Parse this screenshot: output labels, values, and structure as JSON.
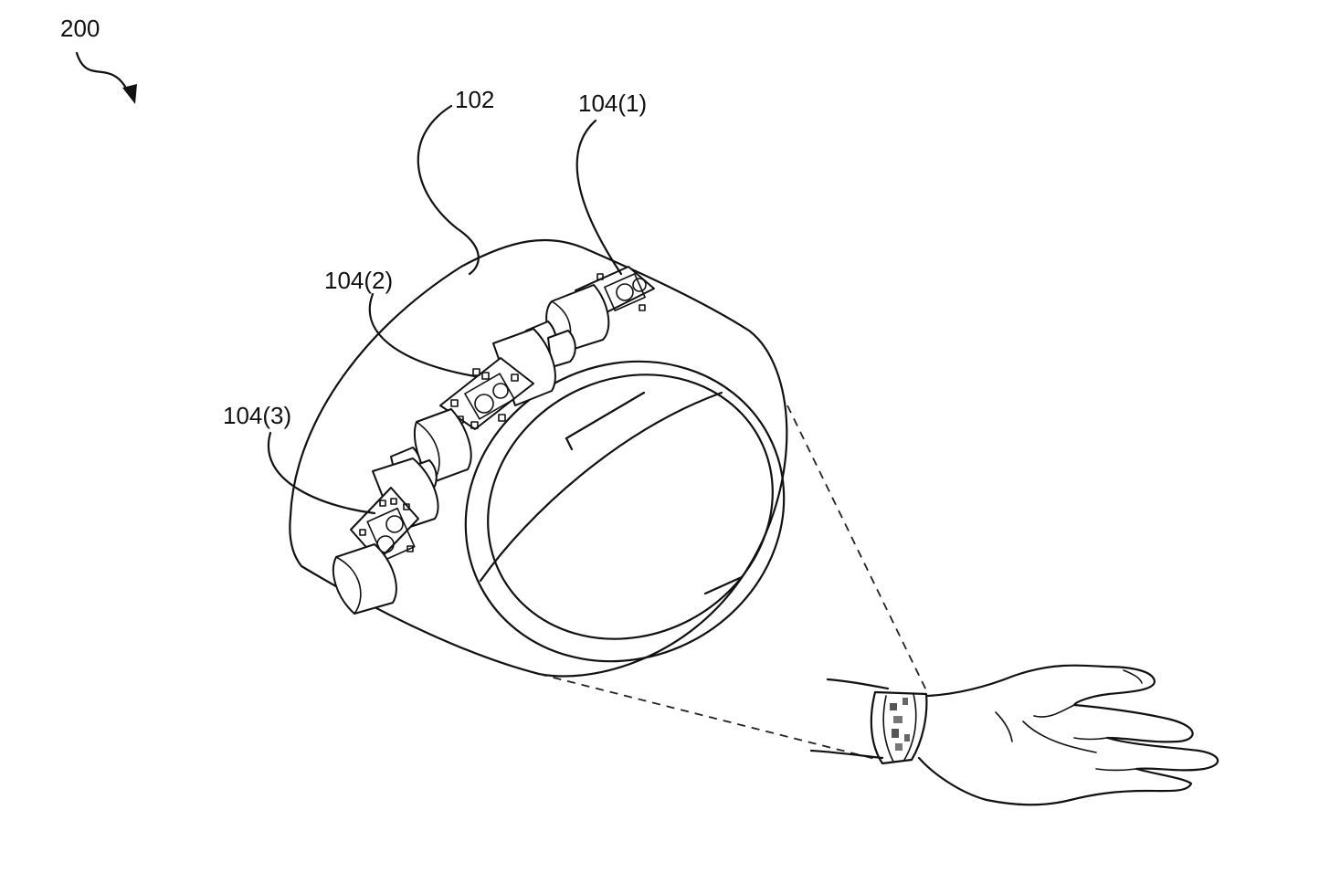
{
  "figure": {
    "labels": {
      "figure_number": "200",
      "band": "102",
      "sensor_1": "104(1)",
      "sensor_2": "104(2)",
      "sensor_3": "104(3)"
    }
  }
}
